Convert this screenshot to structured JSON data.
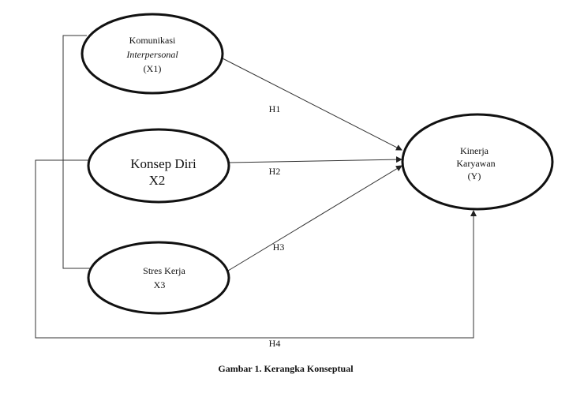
{
  "nodes": {
    "x1": {
      "line1": "Komunikasi",
      "line2": "Interpersonal",
      "line3": "(X1)"
    },
    "x2": {
      "line1": "Konsep Diri",
      "line2": "X2"
    },
    "x3": {
      "line1": "Stres Kerja",
      "line2": "X3"
    },
    "y": {
      "line1": "Kinerja",
      "line2": "Karyawan",
      "line3": "(Y)"
    }
  },
  "edges": {
    "h1": "H1",
    "h2": "H2",
    "h3": "H3",
    "h4": "H4"
  },
  "caption": "Gambar 1. Kerangka Konseptual"
}
